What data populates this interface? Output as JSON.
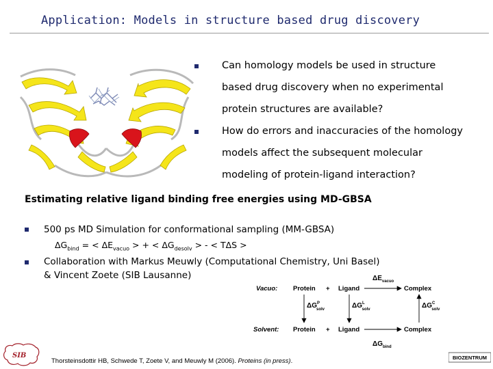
{
  "header": {
    "title": "Application: Models in structure based drug discovery"
  },
  "questions": [
    {
      "lines": [
        "Can homology models be used in structure",
        "based drug discovery when no experimental",
        "protein structures are available?"
      ]
    },
    {
      "lines": [
        "How do errors and inaccuracies of the homology",
        "models affect the subsequent molecular",
        "modeling of protein-ligand interaction?"
      ]
    }
  ],
  "section": {
    "heading": "Estimating relative ligand binding free energies using MD-GBSA",
    "bullet1": "500 ps MD Simulation for conformational sampling (MM-GBSA)",
    "bullet2_lines": [
      "Collaboration with Markus Meuwly (Computational Chemistry, Uni Basel)",
      "& Vincent Zoete (SIB Lausanne)"
    ]
  },
  "diagram": {
    "vacuo_label": "Vacuo:",
    "solvent_label": "Solvent:",
    "protein": "Protein",
    "plus": "+",
    "ligand": "Ligand",
    "complex": "Complex"
  },
  "citation": {
    "text": "Thorsteinsdottir HB, Schwede T, Zoete V, and Meuwly M (2006). ",
    "journal": "Proteins (in press)",
    "end": "."
  },
  "logos": {
    "left": "SIB",
    "right": "BIOZENTRUM"
  },
  "colors": {
    "title": "#1f2a6e",
    "strand": "#f5e51a",
    "helix": "#d9141b"
  }
}
